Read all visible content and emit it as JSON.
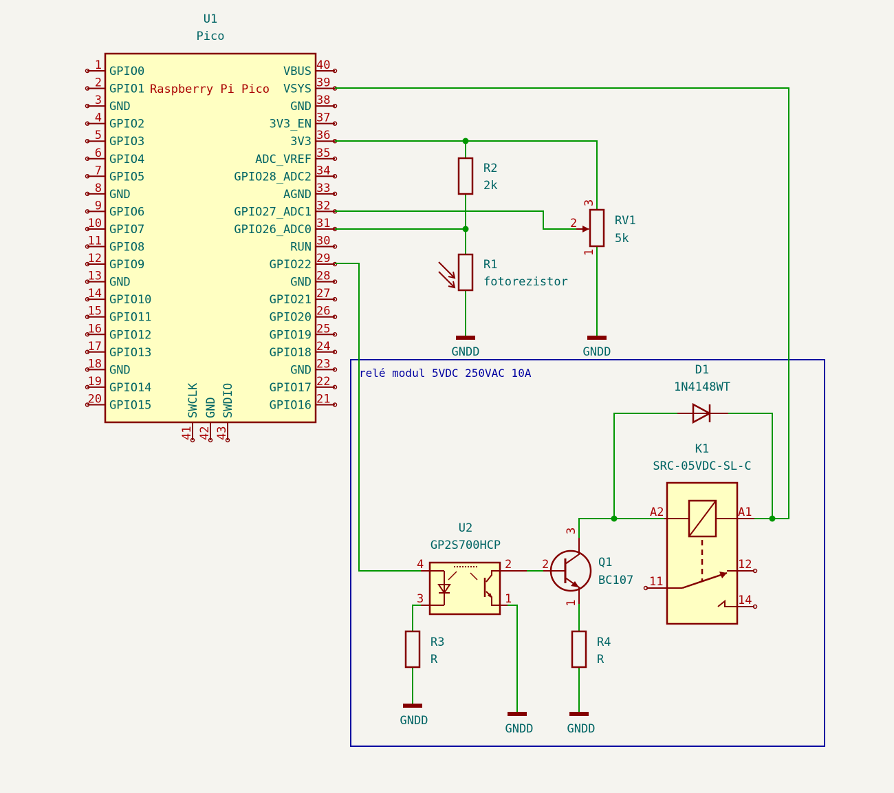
{
  "u1": {
    "ref": "U1",
    "value": "Pico",
    "inner_label": "Raspberry Pi Pico",
    "left_pins": [
      {
        "num": "1",
        "name": "GPIO0"
      },
      {
        "num": "2",
        "name": "GPIO1"
      },
      {
        "num": "3",
        "name": "GND"
      },
      {
        "num": "4",
        "name": "GPIO2"
      },
      {
        "num": "5",
        "name": "GPIO3"
      },
      {
        "num": "6",
        "name": "GPIO4"
      },
      {
        "num": "7",
        "name": "GPIO5"
      },
      {
        "num": "8",
        "name": "GND"
      },
      {
        "num": "9",
        "name": "GPIO6"
      },
      {
        "num": "10",
        "name": "GPIO7"
      },
      {
        "num": "11",
        "name": "GPIO8"
      },
      {
        "num": "12",
        "name": "GPIO9"
      },
      {
        "num": "13",
        "name": "GND"
      },
      {
        "num": "14",
        "name": "GPIO10"
      },
      {
        "num": "15",
        "name": "GPIO11"
      },
      {
        "num": "16",
        "name": "GPIO12"
      },
      {
        "num": "17",
        "name": "GPIO13"
      },
      {
        "num": "18",
        "name": "GND"
      },
      {
        "num": "19",
        "name": "GPIO14"
      },
      {
        "num": "20",
        "name": "GPIO15"
      }
    ],
    "right_pins": [
      {
        "num": "40",
        "name": "VBUS"
      },
      {
        "num": "39",
        "name": "VSYS"
      },
      {
        "num": "38",
        "name": "GND"
      },
      {
        "num": "37",
        "name": "3V3_EN"
      },
      {
        "num": "36",
        "name": "3V3"
      },
      {
        "num": "35",
        "name": "ADC_VREF"
      },
      {
        "num": "34",
        "name": "GPIO28_ADC2"
      },
      {
        "num": "33",
        "name": "AGND"
      },
      {
        "num": "32",
        "name": "GPIO27_ADC1"
      },
      {
        "num": "31",
        "name": "GPIO26_ADC0"
      },
      {
        "num": "30",
        "name": "RUN"
      },
      {
        "num": "29",
        "name": "GPIO22"
      },
      {
        "num": "28",
        "name": "GND"
      },
      {
        "num": "27",
        "name": "GPIO21"
      },
      {
        "num": "26",
        "name": "GPIO20"
      },
      {
        "num": "25",
        "name": "GPIO19"
      },
      {
        "num": "24",
        "name": "GPIO18"
      },
      {
        "num": "23",
        "name": "GND"
      },
      {
        "num": "22",
        "name": "GPIO17"
      },
      {
        "num": "21",
        "name": "GPIO16"
      }
    ],
    "bottom_pins": [
      {
        "num": "41",
        "name": "SWCLK"
      },
      {
        "num": "42",
        "name": "GND"
      },
      {
        "num": "43",
        "name": "SWDIO"
      }
    ]
  },
  "r2": {
    "ref": "R2",
    "value": "2k"
  },
  "r1": {
    "ref": "R1",
    "value": "fotorezistor"
  },
  "rv1": {
    "ref": "RV1",
    "value": "5k",
    "pin1": "1",
    "pin2": "2",
    "pin3": "3"
  },
  "r3": {
    "ref": "R3",
    "value": "R"
  },
  "r4": {
    "ref": "R4",
    "value": "R"
  },
  "d1": {
    "ref": "D1",
    "value": "1N4148WT"
  },
  "k1": {
    "ref": "K1",
    "value": "SRC-05VDC-SL-C",
    "pin_a2": "A2",
    "pin_a1": "A1",
    "pin_11": "11",
    "pin_12": "12",
    "pin_14": "14"
  },
  "u2": {
    "ref": "U2",
    "value": "GP2S700HCP",
    "pin1": "1",
    "pin2": "2",
    "pin3": "3",
    "pin4": "4"
  },
  "q1": {
    "ref": "Q1",
    "value": "BC107",
    "pin1": "1",
    "pin2": "2",
    "pin3": "3"
  },
  "power": {
    "gnd_label": "GNDD"
  },
  "sheet": {
    "label": "relé modul 5VDC 250VAC 10A"
  },
  "colors": {
    "wire": "#009600",
    "component": "#840000",
    "text": "#006464",
    "pinnum": "#a90000",
    "body": "#ffffc2",
    "sheet": "#0000a0"
  }
}
